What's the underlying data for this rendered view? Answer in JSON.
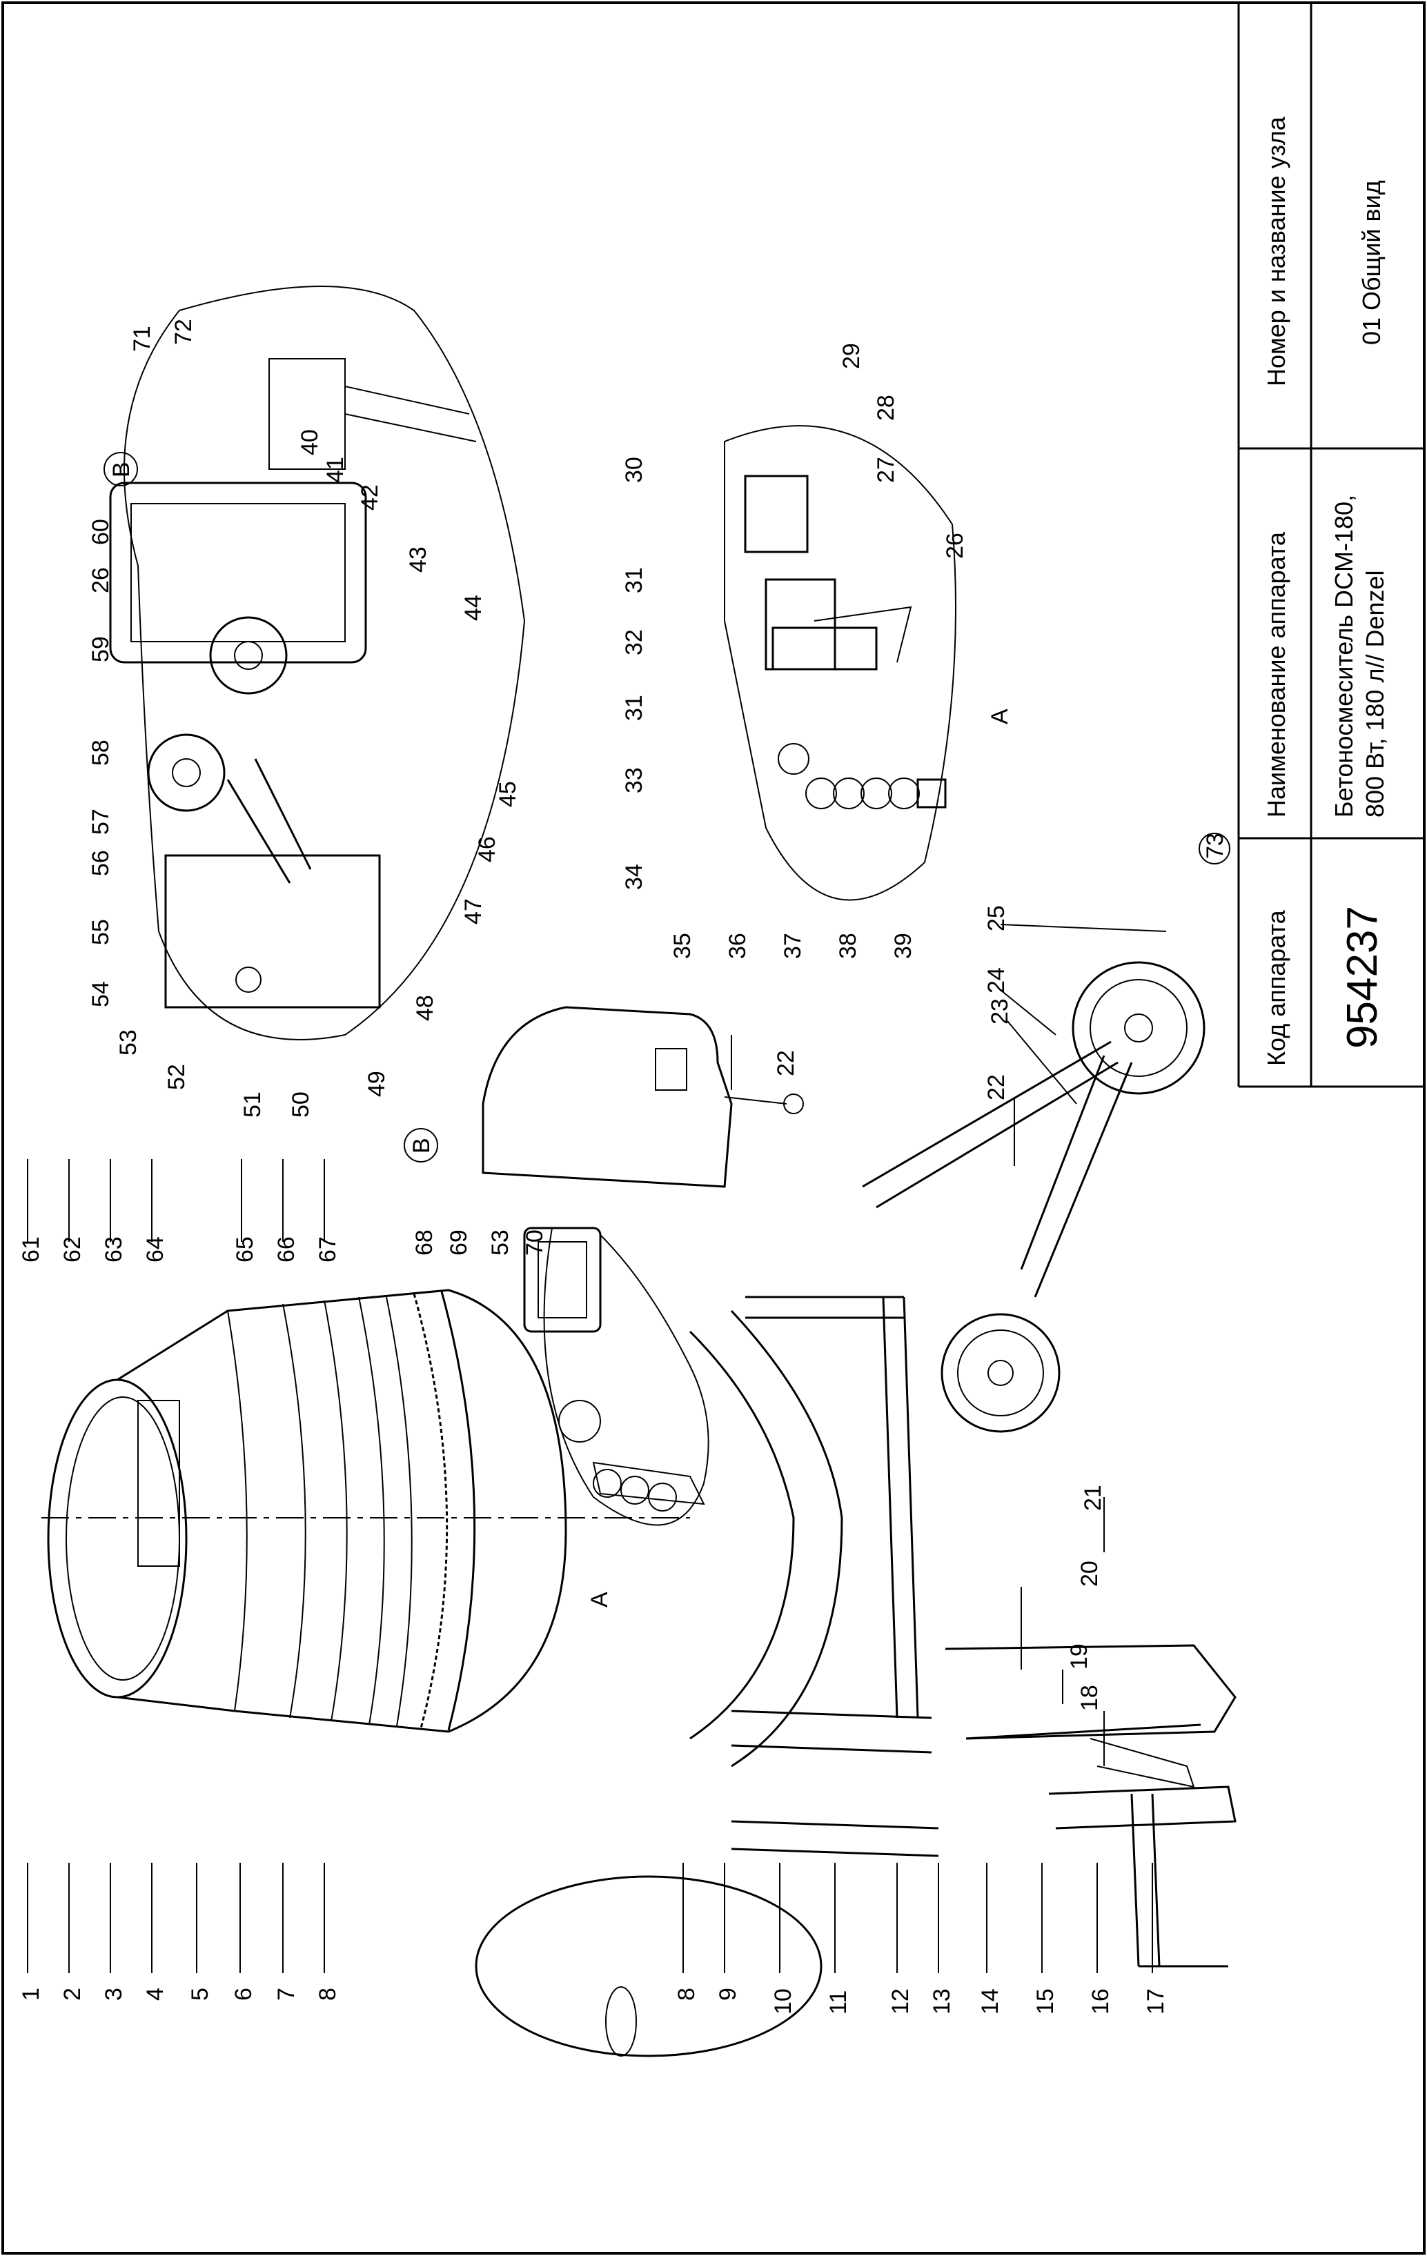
{
  "title_block": {
    "col_code_header": "Код аппарата",
    "code_value": "954237",
    "col_name_header": "Наименование аппарата",
    "name_line1": "Бетоносмеситель DCM-180,",
    "name_line2": "800 Вт, 180 л// Denzel",
    "col_node_header": "Номер и название узла",
    "node_value": "01 Общий вид"
  },
  "diagram": {
    "view_labels": {
      "A_main": "A",
      "B_main": "B",
      "A_detail": "A",
      "B_detail": "B"
    },
    "callouts_bottom": [
      "1",
      "2",
      "3",
      "4",
      "5",
      "6",
      "7",
      "8",
      "8",
      "9",
      "10",
      "11",
      "12",
      "13",
      "14",
      "15",
      "16",
      "17"
    ],
    "callouts_right": [
      "18",
      "19",
      "20",
      "21",
      "22",
      "22",
      "23",
      "24",
      "25",
      "73"
    ],
    "callouts_left_main": [
      "61",
      "62",
      "63",
      "64",
      "65",
      "66",
      "67",
      "68",
      "69",
      "53",
      "70"
    ],
    "callouts_detail_A": [
      "26",
      "27",
      "28",
      "29",
      "30",
      "31",
      "32",
      "31",
      "33",
      "34",
      "35",
      "36",
      "37",
      "38",
      "39"
    ],
    "callouts_detail_B": [
      "40",
      "41",
      "42",
      "43",
      "44",
      "45",
      "46",
      "47",
      "48",
      "49",
      "50",
      "51",
      "52",
      "53",
      "54",
      "55",
      "56",
      "57",
      "58",
      "26",
      "59",
      "60",
      "71",
      "72"
    ]
  }
}
